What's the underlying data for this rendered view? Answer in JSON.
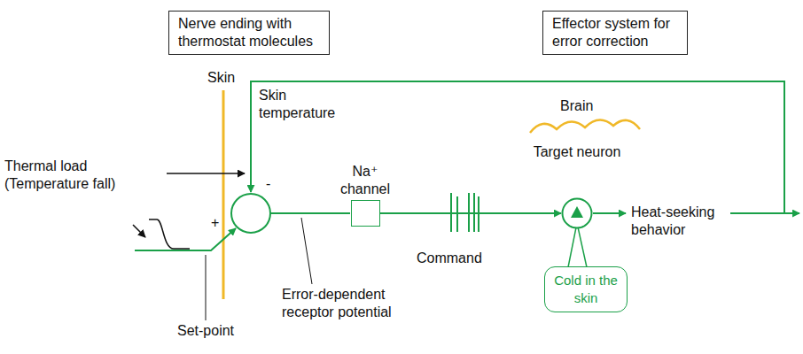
{
  "diagram": {
    "nodes": [
      {
        "text": [
          "Nerve ending with thermostat molecules"
        ]
      },
      {
        "text": [
          "Effector system for error correction"
        ]
      },
      {
        "text": [
          "Na⁺ channel"
        ]
      },
      {
        "text": [
          "Target neuron"
        ]
      },
      {
        "text": [
          "Cold in the skin"
        ]
      }
    ],
    "edges": [
      {
        "from": 2,
        "to": 3,
        "arrow": "to",
        "label": "Command"
      }
    ],
    "labels": [
      "Skin",
      "Skin temperature",
      "Thermal load (Temperature fall)",
      "-",
      "+",
      "Set-point",
      "Error-dependent receptor potential",
      "Brain",
      "Heat-seeking behavior"
    ]
  }
}
